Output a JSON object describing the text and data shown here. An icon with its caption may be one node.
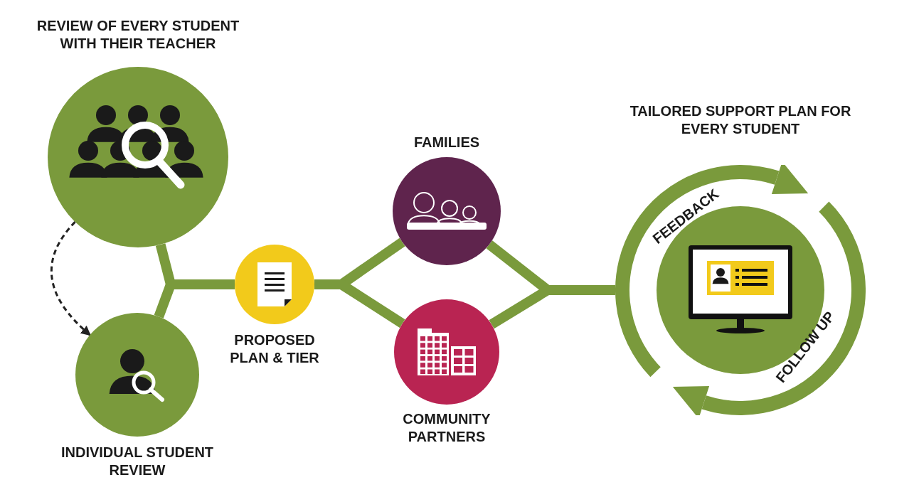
{
  "diagram": {
    "nodes": [
      {
        "text": [
          "REVIEW OF EVERY STUDENT WITH THEIR TEACHER"
        ]
      },
      {
        "text": [
          "INDIVIDUAL STUDENT REVIEW"
        ]
      },
      {
        "text": [
          "PROPOSED PLAN & TIER"
        ]
      },
      {
        "text": [
          "FAMILIES"
        ]
      },
      {
        "text": [
          "COMMUNITY PARTNERS"
        ]
      },
      {
        "text": [
          "TAILORED SUPPORT PLAN FOR EVERY STUDENT"
        ]
      }
    ],
    "edges": [
      {
        "from": 0,
        "to": 2,
        "arrow": "none"
      },
      {
        "from": 1,
        "to": 2,
        "arrow": "none"
      },
      {
        "from": 2,
        "to": 3,
        "arrow": "none"
      },
      {
        "from": 2,
        "to": 4,
        "arrow": "none"
      },
      {
        "from": 3,
        "to": 5,
        "arrow": "none"
      },
      {
        "from": 4,
        "to": 5,
        "arrow": "none"
      },
      {
        "from": 0,
        "to": 1,
        "arrow": "to",
        "style": "dashed",
        "color": "#222222"
      }
    ],
    "labels": [
      "FEEDBACK",
      "FOLLOW UP"
    ]
  }
}
